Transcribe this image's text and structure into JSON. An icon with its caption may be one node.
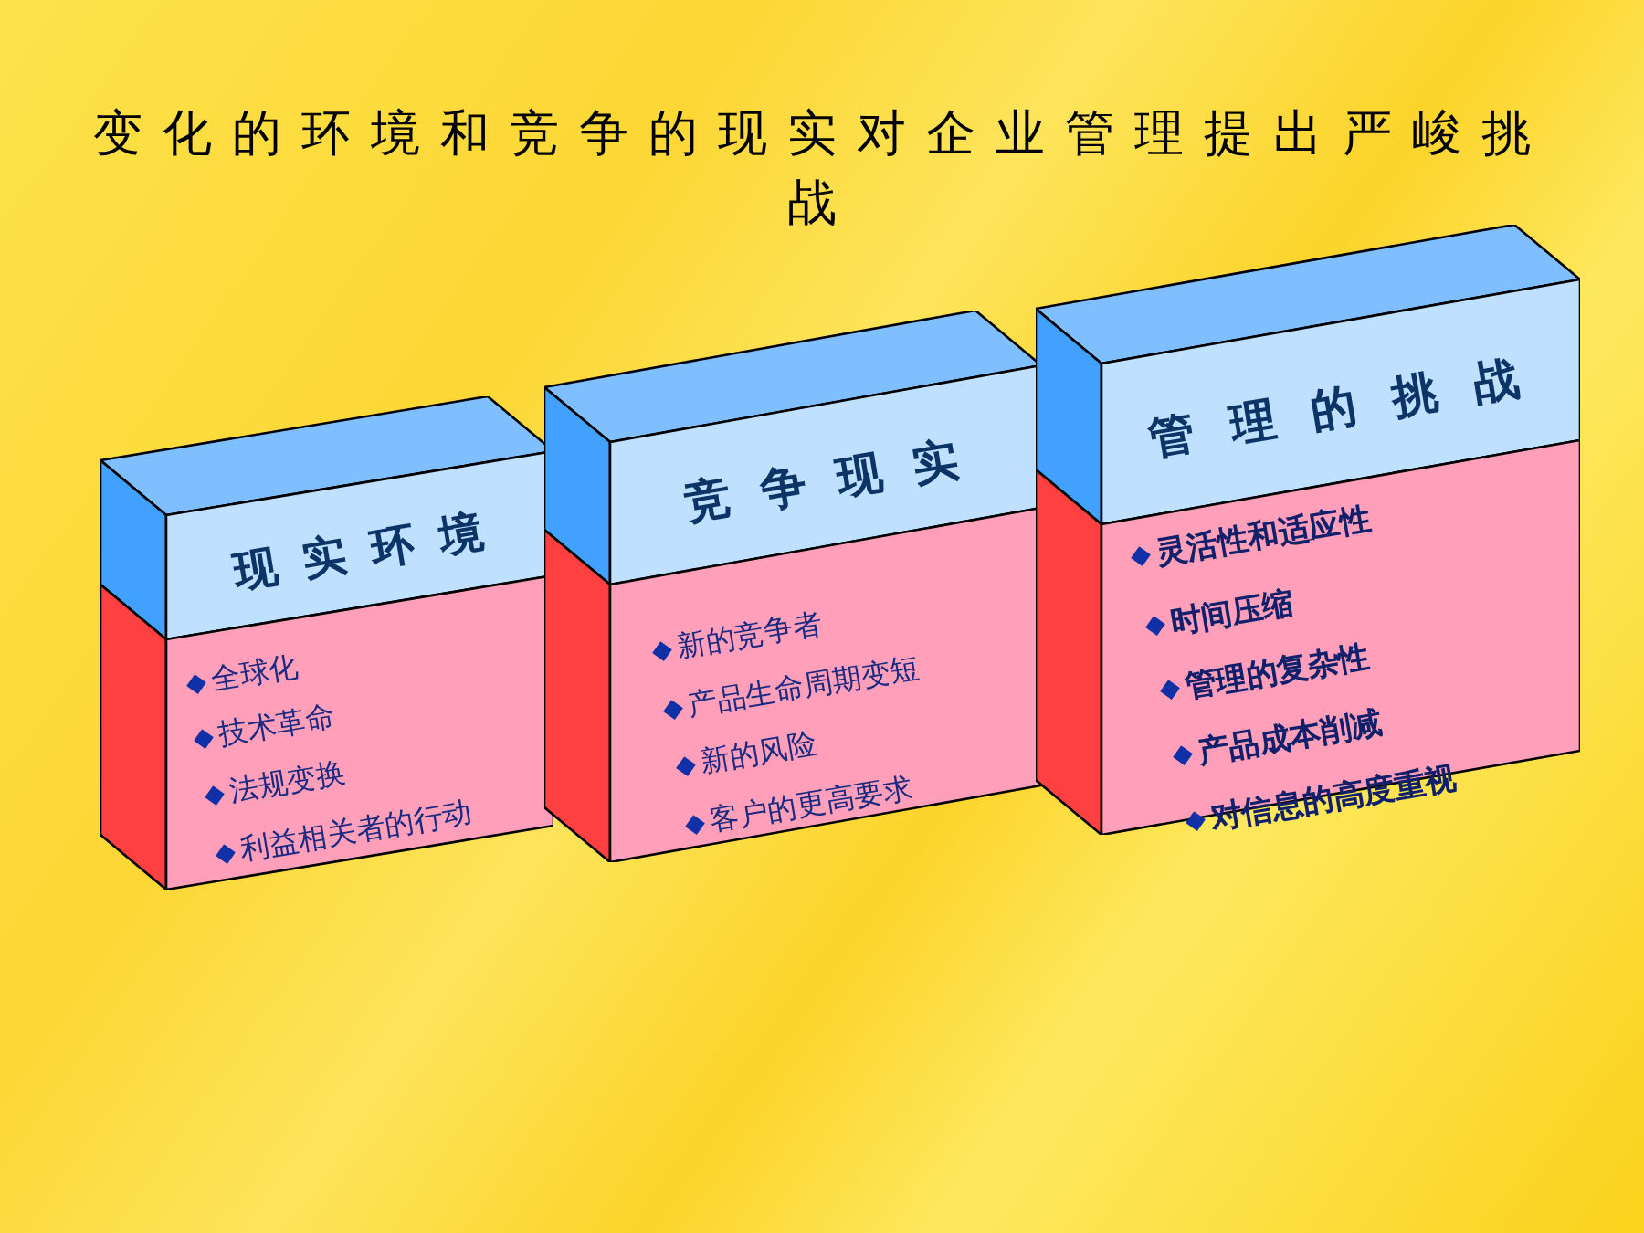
{
  "diagram": {
    "title": "变化的环境和竞争的现实对企业管理提出严峻挑战",
    "nodes": [
      {
        "text": [
          "现实环境",
          "全球化",
          "技术革命",
          "法规变换",
          "利益相关者的行动"
        ]
      },
      {
        "text": [
          "竞争现实",
          "新的竞争者",
          "产品生命周期变短",
          "新的风险",
          "客户的更高要求"
        ]
      },
      {
        "text": [
          "管理的挑战",
          "灵活性和适应性",
          "时间压缩",
          "管理的复杂性",
          "产品成本削减",
          "对信息的高度重视"
        ]
      }
    ]
  }
}
